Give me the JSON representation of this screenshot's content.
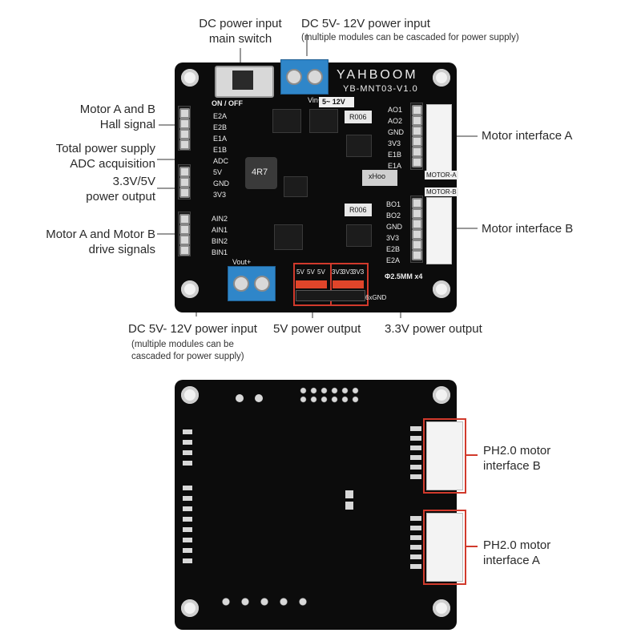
{
  "callouts": {
    "dc_switch": [
      "DC power input",
      "main switch"
    ],
    "dc_top": "DC 5V- 12V power input",
    "dc_top_note": "(multiple modules can be cascaded for power supply)",
    "hall": [
      "Motor A and B",
      "Hall signal"
    ],
    "adc": [
      "Total power supply",
      "ADC acquisition"
    ],
    "pwr_out": [
      "3.3V/5V",
      "power output"
    ],
    "drive": [
      "Motor A and Motor B",
      "drive signals"
    ],
    "motor_a": "Motor interface A",
    "motor_b": "Motor interface B",
    "dc_bottom": "DC 5V- 12V power input",
    "dc_bottom_note": [
      "(multiple modules can be",
      "cascaded for power supply)"
    ],
    "out_5v": "5V power output",
    "out_33v": "3.3V power output",
    "ph_b": [
      "PH2.0 motor",
      "interface B"
    ],
    "ph_a": [
      "PH2.0 motor",
      "interface A"
    ]
  },
  "silkscreen": {
    "brand": "YAHBOOM",
    "model": "YB-MNT03-V1.0",
    "switch": "ON / OFF",
    "vin_range": "5~ 12V",
    "vin": "Vin+",
    "vout": "Vout+",
    "left_pins": [
      "E2A",
      "E2B",
      "E1A",
      "E1B",
      "ADC",
      "5V",
      "GND",
      "3V3"
    ],
    "drive_pins": [
      "AIN2",
      "AIN1",
      "BIN2",
      "BIN1"
    ],
    "motor_a_pins": [
      "AO1",
      "AO2",
      "GND",
      "3V3",
      "E1B",
      "E1A"
    ],
    "motor_b_pins": [
      "BO1",
      "BO2",
      "GND",
      "3V3",
      "E2B",
      "E2A"
    ],
    "motor_a_tag": "MOTOR-A",
    "motor_b_tag": "MOTOR-B",
    "hole_note": "Φ2.5MM x4",
    "gnd": "6xGND",
    "pwr_headers": [
      "5V",
      "5V",
      "5V",
      "3V3",
      "3V3",
      "3V3"
    ],
    "chip_marks": [
      "R006",
      "R006",
      "4R7",
      "xHoo"
    ]
  }
}
